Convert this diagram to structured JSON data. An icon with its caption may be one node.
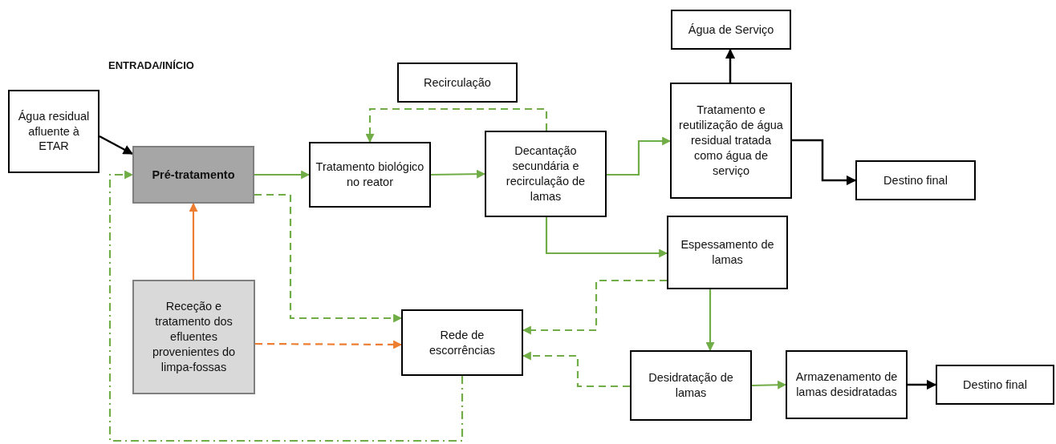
{
  "diagram": {
    "nodes": [
      {
        "text": [
          "Água de Serviço"
        ]
      },
      {
        "text": [
          "Recirculação"
        ]
      },
      {
        "text": [
          "Água residual afluente à ETAR"
        ]
      },
      {
        "text": [
          "Pré-tratamento"
        ]
      },
      {
        "text": [
          "Tratamento biológico no reator"
        ]
      },
      {
        "text": [
          "Decantação secundária e recirculação de lamas"
        ]
      },
      {
        "text": [
          "Tratamento e reutilização de água residual tratada como água de serviço"
        ]
      },
      {
        "text": [
          "Destino final"
        ]
      },
      {
        "text": [
          "Espessamento de lamas"
        ]
      },
      {
        "text": [
          "Receção e tratamento dos efluentes provenientes do limpa-fossas"
        ]
      },
      {
        "text": [
          "Rede de escorrências"
        ]
      },
      {
        "text": [
          "Desidratação de lamas"
        ]
      },
      {
        "text": [
          "Armazenamento de lamas desidratadas"
        ]
      },
      {
        "text": [
          "Destino final"
        ]
      }
    ],
    "edges": [
      {
        "from": 2,
        "to": 3,
        "arrow": "to",
        "color": "#000000"
      },
      {
        "from": 3,
        "to": 4,
        "arrow": "to"
      },
      {
        "from": 4,
        "to": 5,
        "arrow": "to"
      },
      {
        "from": 5,
        "to": 4,
        "arrow": "to",
        "style": "dashed"
      },
      {
        "from": 5,
        "to": 6,
        "arrow": "to"
      },
      {
        "from": 6,
        "to": 0,
        "arrow": "to",
        "color": "#000000"
      },
      {
        "from": 6,
        "to": 7,
        "arrow": "to",
        "color": "#000000"
      },
      {
        "from": 5,
        "to": 8,
        "arrow": "to"
      },
      {
        "from": 9,
        "to": 3,
        "arrow": "to",
        "color": "#ed7d31"
      },
      {
        "from": 3,
        "to": 10,
        "arrow": "to",
        "style": "dashed"
      },
      {
        "from": 9,
        "to": 10,
        "arrow": "to",
        "style": "dashed",
        "color": "#ed7d31"
      },
      {
        "from": 8,
        "to": 10,
        "arrow": "to",
        "style": "dashed"
      },
      {
        "from": 8,
        "to": 11,
        "arrow": "to"
      },
      {
        "from": 11,
        "to": 10,
        "arrow": "to",
        "style": "dashed"
      },
      {
        "from": 10,
        "to": 3,
        "arrow": "to",
        "style": "dashed"
      },
      {
        "from": 11,
        "to": 12,
        "arrow": "to"
      },
      {
        "from": 12,
        "to": 13,
        "arrow": "to",
        "color": "#000000"
      }
    ],
    "labels": [
      "ENTRADA/INÍCIO"
    ]
  }
}
